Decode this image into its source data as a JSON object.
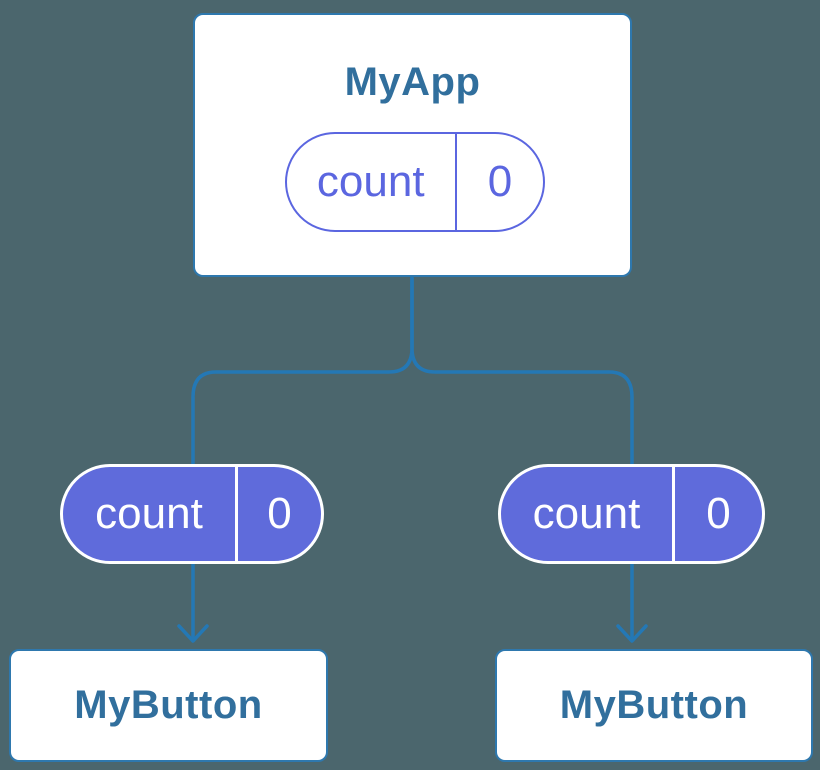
{
  "colors": {
    "background": "#4B666D",
    "connector": "#2478B5",
    "node_border": "#2E78AE",
    "node_fill": "#FFFFFF",
    "node_label": "#316F9D",
    "state_pill": "#5B66E0",
    "prop_pill_fill": "#5F6BDB",
    "prop_pill_text": "#FFFFFF"
  },
  "root_node": {
    "label": "MyApp",
    "state": {
      "name": "count",
      "value": "0"
    }
  },
  "child_nodes": [
    {
      "label": "MyButton",
      "prop": {
        "name": "count",
        "value": "0"
      }
    },
    {
      "label": "MyButton",
      "prop": {
        "name": "count",
        "value": "0"
      }
    }
  ]
}
